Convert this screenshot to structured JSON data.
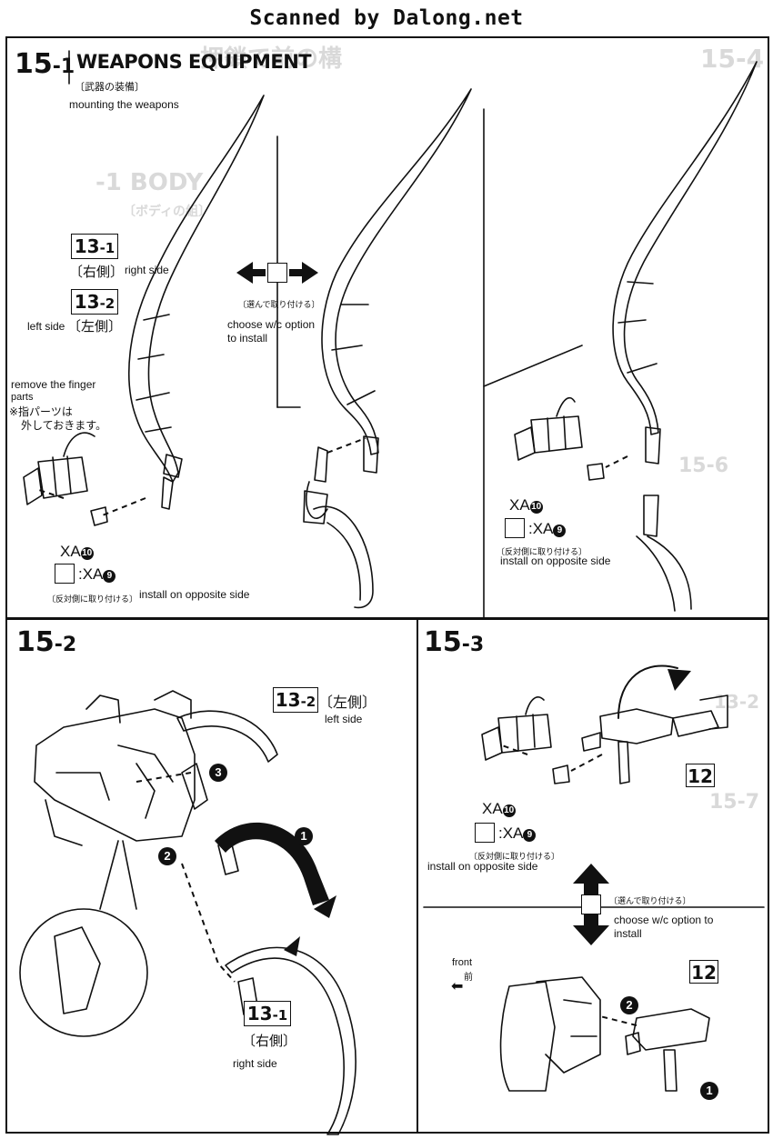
{
  "header": {
    "scan_credit": "Scanned by Dalong.net"
  },
  "colors": {
    "ink": "#111111",
    "ghost": "#d9d9d9",
    "arrow": "#111111"
  },
  "ghost_bleed": {
    "top_right_jp": "押鎖で前の構",
    "code_15_4": "15-4",
    "body_title": "-1 BODY",
    "body_sub": "〔ボディの組〕",
    "side_15_6": "15-6",
    "side_15_7": "15-7",
    "side_13_2": "13-2"
  },
  "section_15_1": {
    "step_main": "15",
    "step_sub": "-1",
    "title": "WEAPONS EQUIPMENT",
    "title_jp": "〔武器の装備〕",
    "title_en": "mounting the weapons",
    "ref_a": {
      "main": "13",
      "sub": "-1",
      "jp": "〔右側〕",
      "en": "right side"
    },
    "ref_b": {
      "main": "13",
      "sub": "-2",
      "jp": "〔左側〕",
      "en": "left side"
    },
    "option_jp": "〔選んで取り付ける〕",
    "option_en_1": "choose w/c option",
    "option_en_2": "to install",
    "note_en_1": "remove the finger",
    "note_en_2": "parts",
    "note_jp_1": "※指パーツは",
    "note_jp_2": "外しておきます。",
    "part_left": {
      "code": "XA",
      "num": "10",
      "alt_code": ":XA",
      "alt_num": "9",
      "alt_jp": "〔反対側に取り付ける〕",
      "alt_en": "install on opposite side"
    },
    "part_right": {
      "code": "XA",
      "num": "10",
      "alt_code": ":XA",
      "alt_num": "9",
      "alt_jp": "〔反対側に取り付ける〕",
      "alt_en": "install on opposite side"
    }
  },
  "section_15_2": {
    "step_main": "15",
    "step_sub": "-2",
    "ref_a": {
      "main": "13",
      "sub": "-2",
      "jp": "〔左側〕",
      "en": "left side"
    },
    "ref_b": {
      "main": "13",
      "sub": "-1",
      "jp": "〔右側〕",
      "en": "right side"
    },
    "step_nums": [
      "1",
      "2",
      "3"
    ]
  },
  "section_15_3": {
    "step_main": "15",
    "step_sub": "-3",
    "part_box": "12",
    "part": {
      "code": "XA",
      "num": "10",
      "alt_code": ":XA",
      "alt_num": "9",
      "alt_jp": "〔反対側に取り付ける〕",
      "alt_en": "install on opposite side"
    },
    "option_jp": "〔選んで取り付ける〕",
    "option_en_1": "choose w/c option to",
    "option_en_2": "install",
    "front_en": "front",
    "front_jp": "前",
    "part_box_2": "12",
    "step_nums": [
      "1",
      "2"
    ]
  }
}
